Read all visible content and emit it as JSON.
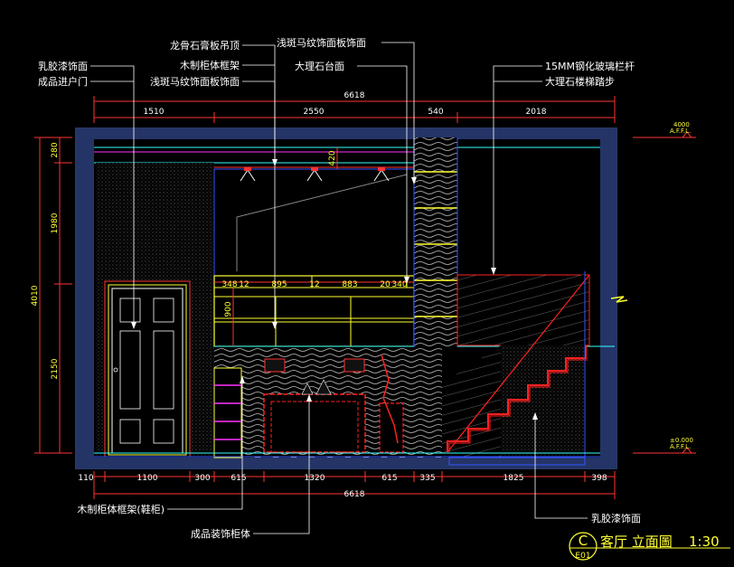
{
  "labels": {
    "latex_paint_top": "乳胶漆饰面",
    "entry_door": "成品进户门",
    "keel_ceiling": "龙骨石膏板吊顶",
    "wood_frame": "木制柜体框架",
    "zebra_panel_left": "浅斑马纹饰面板饰面",
    "zebra_panel_top": "浅斑马纹饰面板饰面",
    "marble_top": "大理石台面",
    "glass_rail": "15MM钢化玻璃栏杆",
    "marble_stair": "大理石楼梯踏步",
    "shoe_cabinet": "木制柜体框架(鞋柜)",
    "decor_cabinet": "成品装饰柜体",
    "latex_paint_bottom": "乳胶漆饰面"
  },
  "dimensions": {
    "top_total": "6618",
    "top_segments": [
      "1510",
      "2550",
      "540",
      "2018"
    ],
    "bottom_total": "6618",
    "bottom_segments": [
      "110",
      "1100",
      "300",
      "615",
      "1320",
      "615",
      "335",
      "1825",
      "398"
    ],
    "left_total": "4010",
    "left_segments": [
      "280",
      "1980",
      "2150"
    ],
    "inner_420": "420",
    "inner_900": "900",
    "shelf_widths": [
      "348",
      "12",
      "895",
      "12",
      "883",
      "20",
      "340"
    ]
  },
  "levels": {
    "top_value": "4000",
    "top_unit": "A.F.F.L.",
    "bottom_value": "±0.000",
    "bottom_unit": "A.F.F.L."
  },
  "title": {
    "letter": "C",
    "code": "E01",
    "name": "客厅 立面圖",
    "scale": "1:30"
  },
  "colors": {
    "background": "#000000",
    "wall": "#2a3a6a",
    "dim_line": "#ff3333",
    "text": "#ffffff",
    "yellow": "#ffff33",
    "blue": "#3355ff",
    "cyan": "#33ffff",
    "magenta": "#ff33ff",
    "red": "#ff2020"
  }
}
